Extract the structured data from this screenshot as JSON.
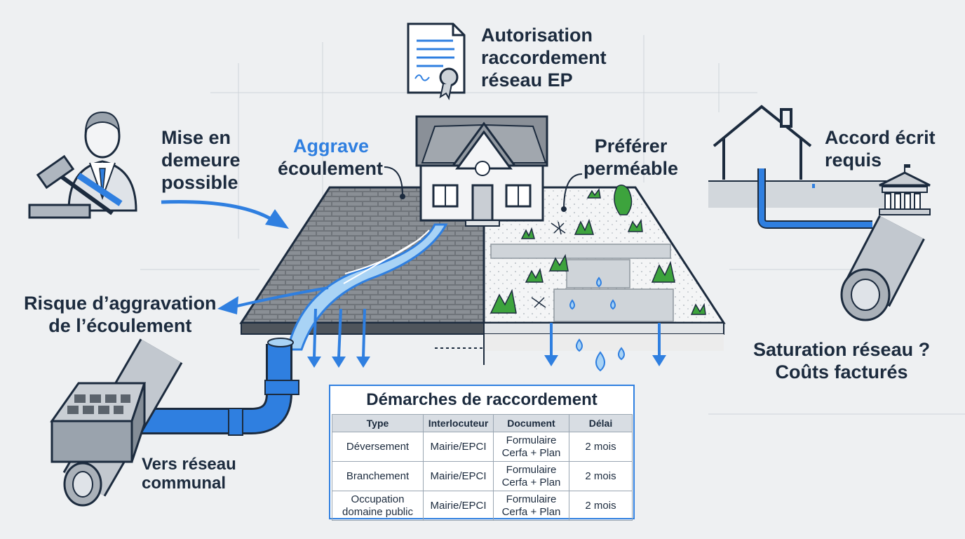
{
  "labels": {
    "autorisation": [
      "Autorisation",
      "raccordement",
      "réseau EP"
    ],
    "mise_en_demeure": [
      "Mise en",
      "demeure",
      "possible"
    ],
    "aggrave": [
      "Aggrave",
      "écoulement"
    ],
    "preferer": [
      "Préférer",
      "perméable"
    ],
    "accord": [
      "Accord écrit",
      "requis"
    ],
    "risque": [
      "Risque d’aggravation",
      "de l’écoulement"
    ],
    "saturation": [
      "Saturation réseau ?",
      "Coûts facturés"
    ],
    "vers_reseau": [
      "Vers réseau",
      "communal"
    ]
  },
  "table": {
    "title": "Démarches de raccordement",
    "headers": [
      "Type",
      "Interlocuteur",
      "Document",
      "Délai"
    ],
    "rows": [
      [
        [
          "Déversement"
        ],
        [
          "Mairie/EPCI"
        ],
        [
          "Formulaire",
          "Cerfa + Plan"
        ],
        [
          "2 mois"
        ]
      ],
      [
        [
          "Branchement"
        ],
        [
          "Mairie/EPCI"
        ],
        [
          "Formulaire",
          "Cerfa + Plan"
        ],
        [
          "2 mois"
        ]
      ],
      [
        [
          "Occupation",
          "domaine public"
        ],
        [
          "Mairie/EPCI"
        ],
        [
          "Formulaire",
          "Cerfa + Plan"
        ],
        [
          "2 mois"
        ]
      ]
    ]
  },
  "colors": {
    "accent": "#2f7fe0",
    "text": "#1c2b3e",
    "background": "#eef0f2",
    "plant": "#3da33d"
  },
  "icons": [
    "document-seal-icon",
    "judge-gavel-icon",
    "house-icon",
    "house-outline-icon",
    "town-hall-icon",
    "storm-drain-icon",
    "pipe-icon",
    "plant-icon",
    "water-drop-icon"
  ]
}
